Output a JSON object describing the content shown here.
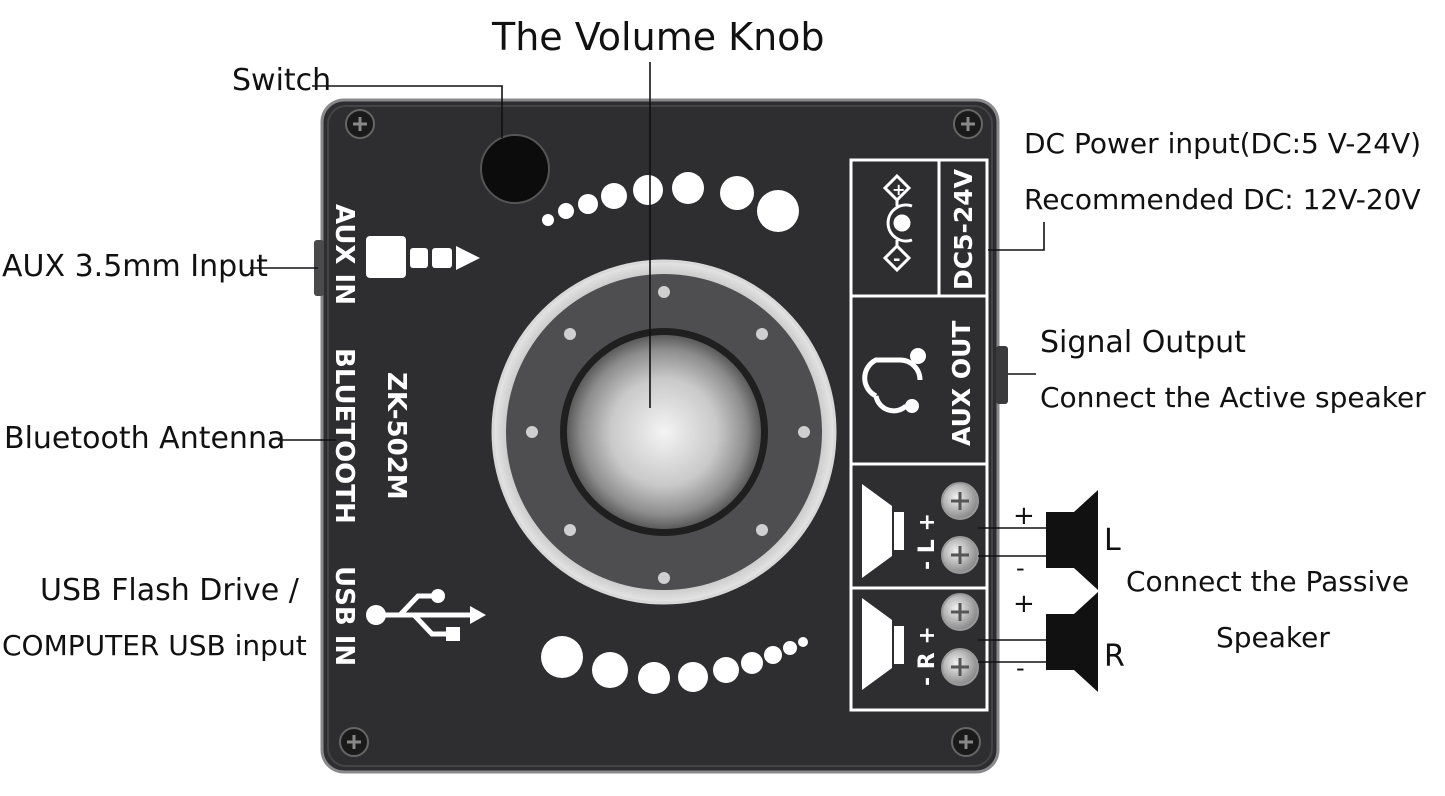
{
  "title": "The Volume Knob",
  "callouts": {
    "switch": "Switch",
    "aux_input": "AUX 3.5mm Input",
    "bluetooth_antenna": "Bluetooth Antenna",
    "usb_line1": "USB Flash Drive /",
    "usb_line2": "COMPUTER USB input",
    "dc_line1": "DC Power input(DC:5 V-24V)",
    "dc_line2": "Recommended DC: 12V-20V",
    "signal_line1": "Signal Output",
    "signal_line2": "Connect the Active speaker",
    "passive_line1": "Connect the Passive",
    "passive_line2": "Speaker"
  },
  "board": {
    "model": "ZK-502M",
    "aux_in": "AUX IN",
    "bluetooth": "BLUETOOTH",
    "usb_in": "USB IN",
    "dc_rating": "DC5-24V",
    "aux_out": "AUX OUT",
    "left_channel": "- L +",
    "right_channel": "- R +",
    "dc_plus": "+",
    "dc_minus": "-"
  },
  "speakers": {
    "left_label": "L",
    "right_label": "R",
    "plus": "+",
    "minus": "-"
  },
  "colors": {
    "board": "#2e2e30",
    "board_edge": "#8a8a8c",
    "ink": "#111111",
    "silk": "#ffffff"
  }
}
